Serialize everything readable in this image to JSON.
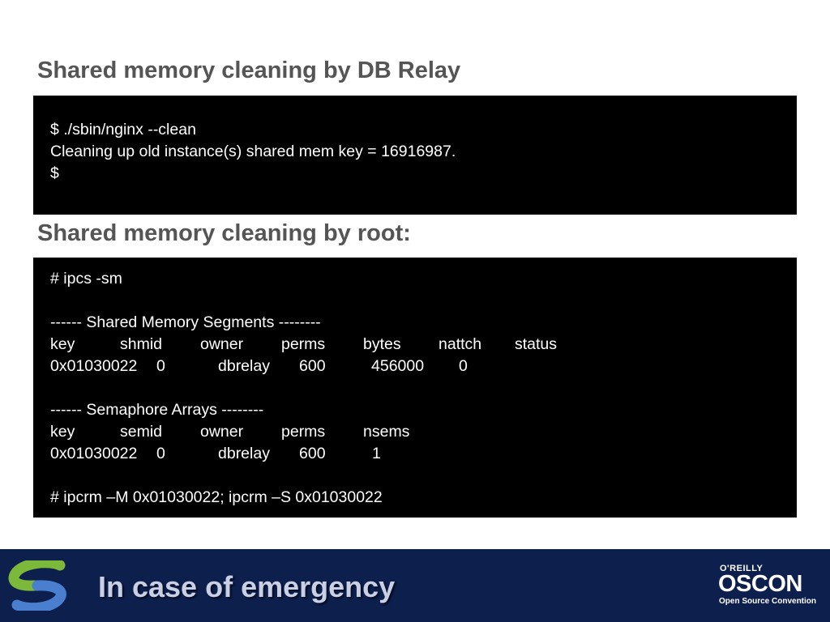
{
  "slide": {
    "heading_1": "Shared memory cleaning by DB Relay",
    "heading_2": "Shared memory cleaning by root:",
    "terminal_1": {
      "lines": [
        "$ ./sbin/nginx --clean",
        "Cleaning up old instance(s) shared mem key = 16916987.",
        "$"
      ]
    },
    "terminal_2": {
      "cmd_ipcs": "# ipcs -sm",
      "shm_header": "------ Shared Memory Segments --------",
      "shm_columns": [
        "key",
        "shmid",
        "owner",
        "perms",
        "bytes",
        "nattch",
        "status"
      ],
      "shm_row": [
        "0x01030022",
        "0",
        "dbrelay",
        "600",
        "456000",
        "0"
      ],
      "sem_header": "------ Semaphore Arrays --------",
      "sem_columns": [
        "key",
        "semid",
        "owner",
        "perms",
        "nsems"
      ],
      "sem_row": [
        "0x01030022",
        "0",
        "dbrelay",
        "600",
        "1"
      ],
      "cmd_ipcrm": "# ipcrm –M 0x01030022; ipcrm –S 0x01030022"
    }
  },
  "footer": {
    "title": "In case of emergency",
    "logo_icon": "s-logo-icon",
    "brand": {
      "publisher": "O'REILLY",
      "name": "OSCON",
      "tagline": "Open Source Convention"
    }
  },
  "colors": {
    "heading": "#555555",
    "terminal_bg": "#000000",
    "terminal_text": "#ffffff",
    "footer_bg": "#0d1f4c",
    "footer_title": "#c9d0e6",
    "logo_green": "#7cb83a",
    "logo_blue": "#4a7fd0"
  }
}
